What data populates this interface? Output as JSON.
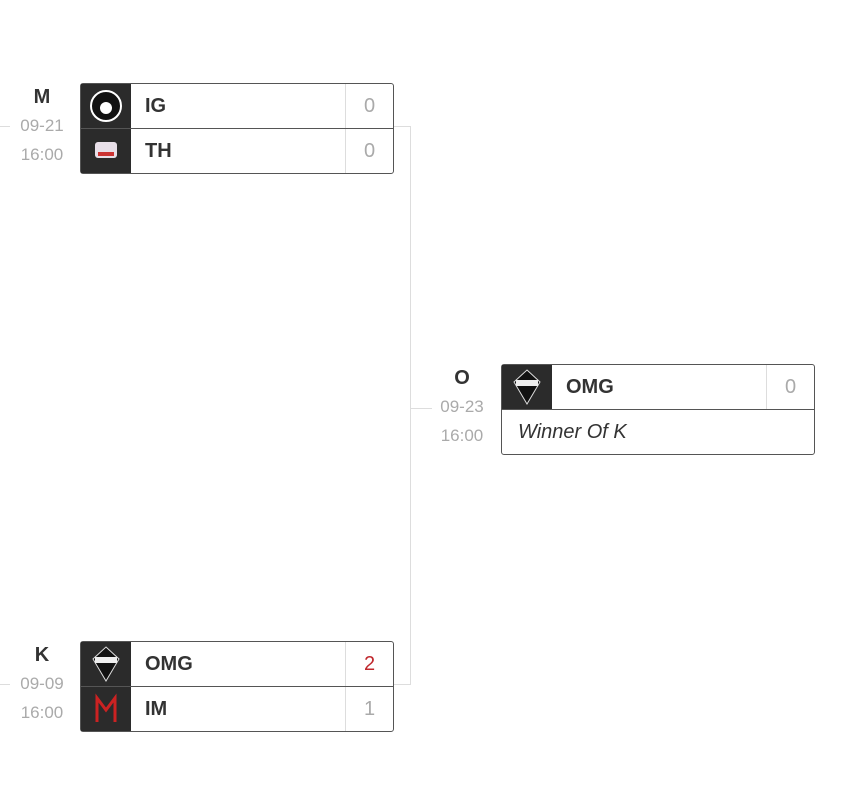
{
  "matches": {
    "M": {
      "id": "M",
      "date": "09-21",
      "time": "16:00",
      "teams": [
        {
          "name": "IG",
          "score": "0",
          "logo": "ig-logo"
        },
        {
          "name": "TH",
          "score": "0",
          "logo": "th-logo"
        }
      ]
    },
    "K": {
      "id": "K",
      "date": "09-09",
      "time": "16:00",
      "teams": [
        {
          "name": "OMG",
          "score": "2",
          "logo": "omg-logo"
        },
        {
          "name": "IM",
          "score": "1",
          "logo": "im-logo"
        }
      ]
    },
    "O": {
      "id": "O",
      "date": "09-23",
      "time": "16:00",
      "teams": [
        {
          "name": "OMG",
          "score": "0",
          "logo": "omg-logo"
        }
      ],
      "placeholder": "Winner Of K"
    }
  },
  "colors": {
    "win": "#c0282d",
    "muted": "#aaaaaa",
    "border": "#555555"
  }
}
